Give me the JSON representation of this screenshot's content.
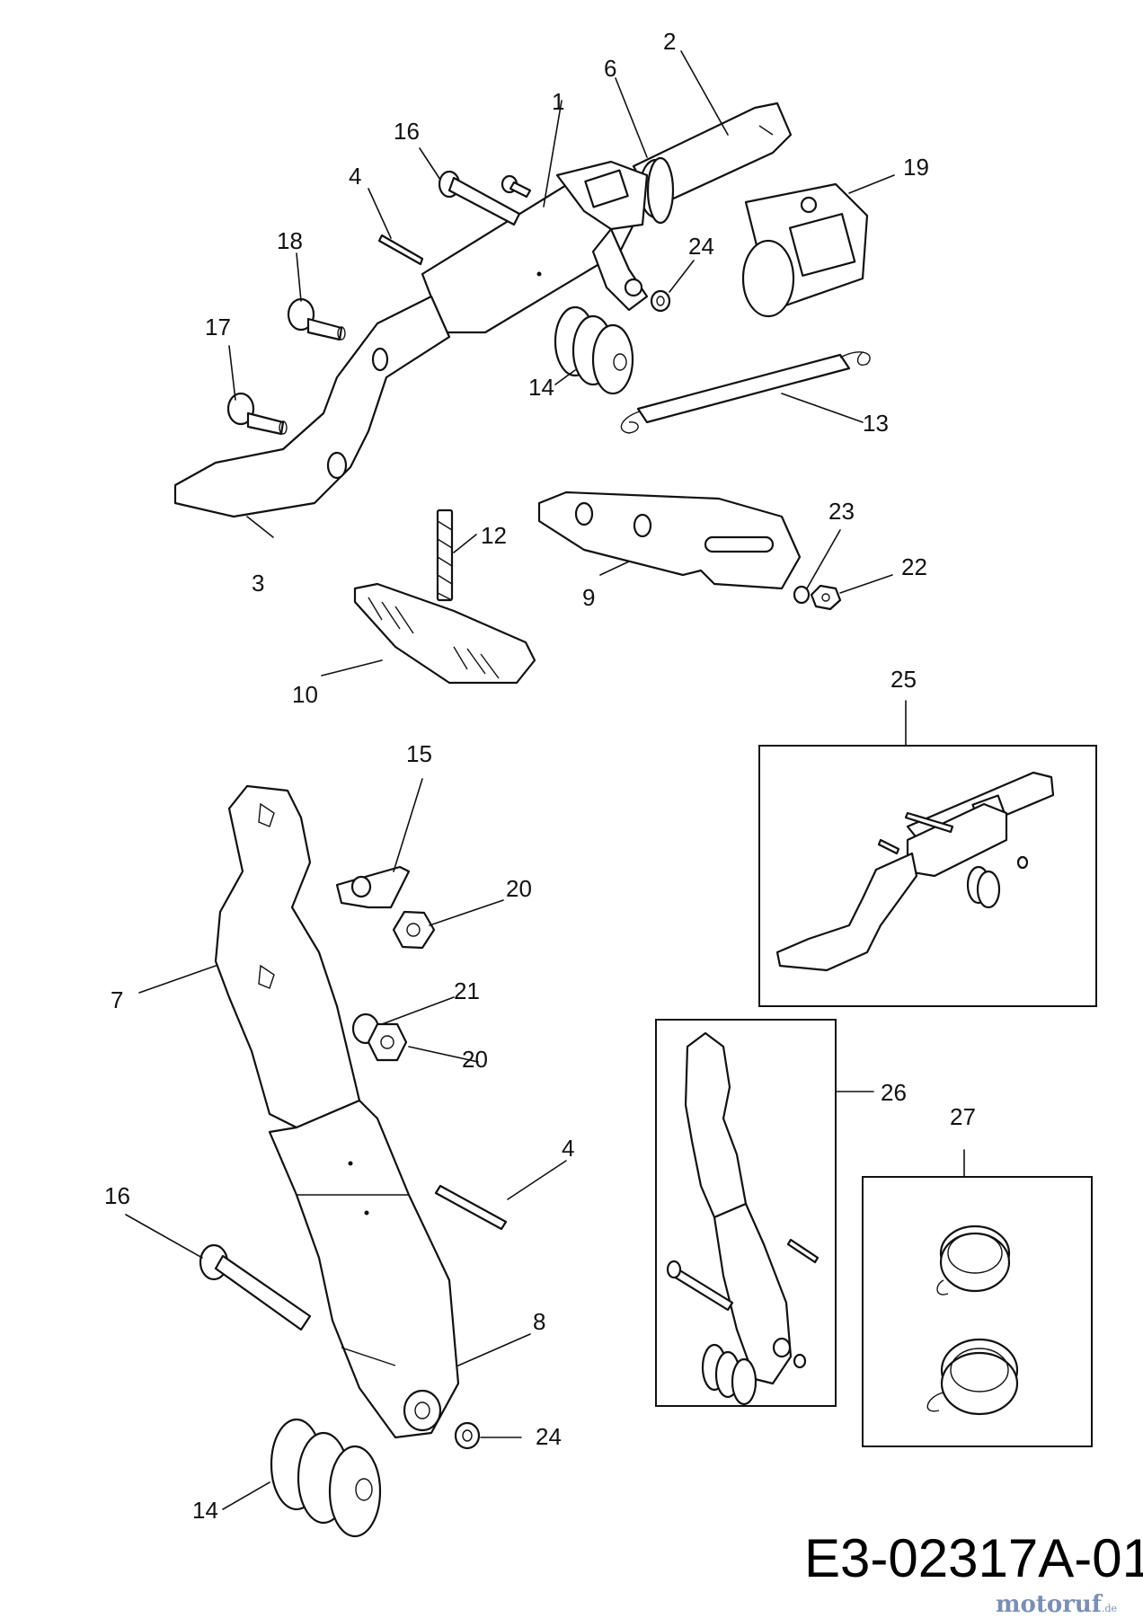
{
  "diagram": {
    "document_number": "E3-02317A-01",
    "watermark": {
      "main": "motoruf",
      "tld": ".de"
    },
    "callouts": [
      "1",
      "2",
      "3",
      "4",
      "6",
      "9",
      "10",
      "12",
      "13",
      "14",
      "16",
      "17",
      "18",
      "19",
      "22",
      "23",
      "24",
      "4",
      "7",
      "8",
      "14",
      "15",
      "16",
      "20",
      "20",
      "21",
      "24",
      "25",
      "26",
      "27"
    ]
  }
}
